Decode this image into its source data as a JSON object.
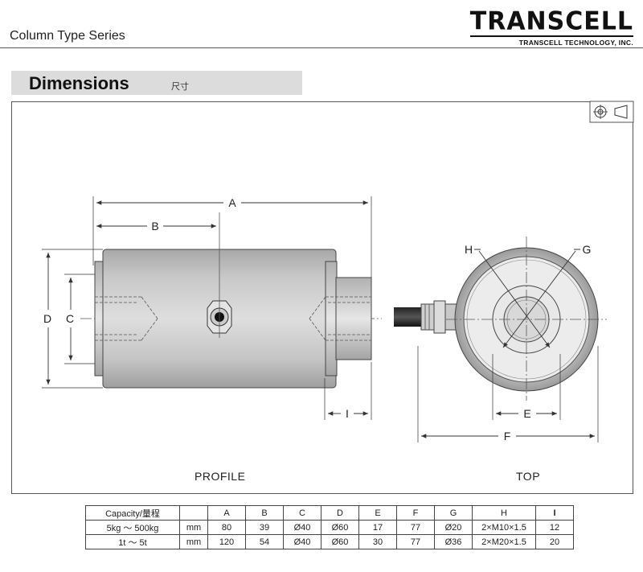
{
  "header": {
    "series_title": "Column Type Series",
    "brand_name": "TRANSCELL",
    "brand_subtitle": "TRANSCELL TECHNOLOGY, INC."
  },
  "section": {
    "title": "Dimensions",
    "subtitle": "尺寸"
  },
  "drawing": {
    "profile_label": "PROFILE",
    "top_label": "TOP",
    "dimension_labels": {
      "A": "A",
      "B": "B",
      "C": "C",
      "D": "D",
      "E": "E",
      "F": "F",
      "G": "G",
      "H": "H",
      "I": "I"
    },
    "projection_icon": "third-angle-projection-icon"
  },
  "table": {
    "headers": [
      "Capacity/量程",
      "",
      "A",
      "B",
      "C",
      "D",
      "E",
      "F",
      "G",
      "H",
      "I"
    ],
    "rows": [
      [
        "5kg ～ 500kg",
        "mm",
        "80",
        "39",
        "Ø40",
        "Ø60",
        "17",
        "77",
        "Ø20",
        "2×M10×1.5",
        "12"
      ],
      [
        "1t ～ 5t",
        "mm",
        "120",
        "54",
        "Ø40",
        "Ø60",
        "30",
        "77",
        "Ø36",
        "2×M20×1.5",
        "20"
      ]
    ]
  }
}
